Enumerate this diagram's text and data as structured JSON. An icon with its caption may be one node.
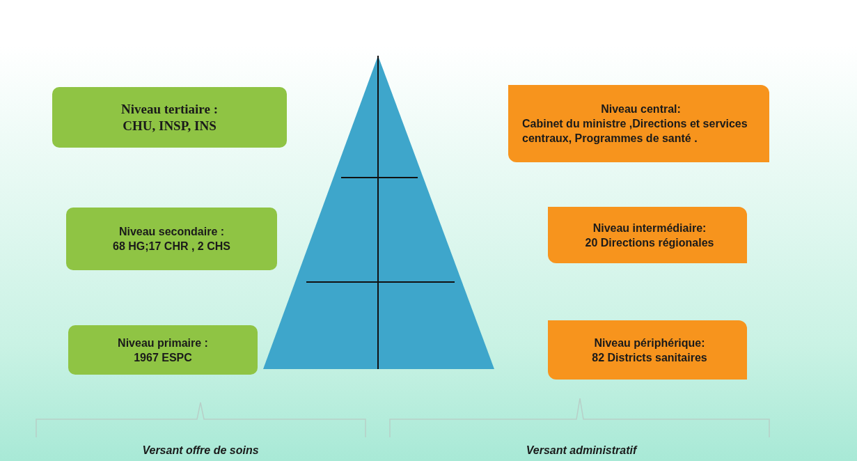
{
  "diagram": {
    "nodes": [
      {
        "text": [
          "Niveau tertiaire :",
          "CHU, INSP, INS"
        ]
      },
      {
        "text": [
          "Niveau secondaire :",
          "68  HG;17 CHR , 2 CHS"
        ]
      },
      {
        "text": [
          "Niveau primaire :",
          "1967 ESPC"
        ]
      },
      {
        "text": [
          "Niveau central:",
          "Cabinet du ministre ,Directions et services centraux, Programmes de santé ."
        ]
      },
      {
        "text": [
          "Niveau intermédiaire:",
          "20 Directions régionales"
        ]
      },
      {
        "text": [
          "Niveau périphérique:",
          "82 Districts sanitaires"
        ]
      }
    ],
    "edges": [],
    "labels": [
      "Versant offre de soins",
      "Versant administratif"
    ]
  }
}
